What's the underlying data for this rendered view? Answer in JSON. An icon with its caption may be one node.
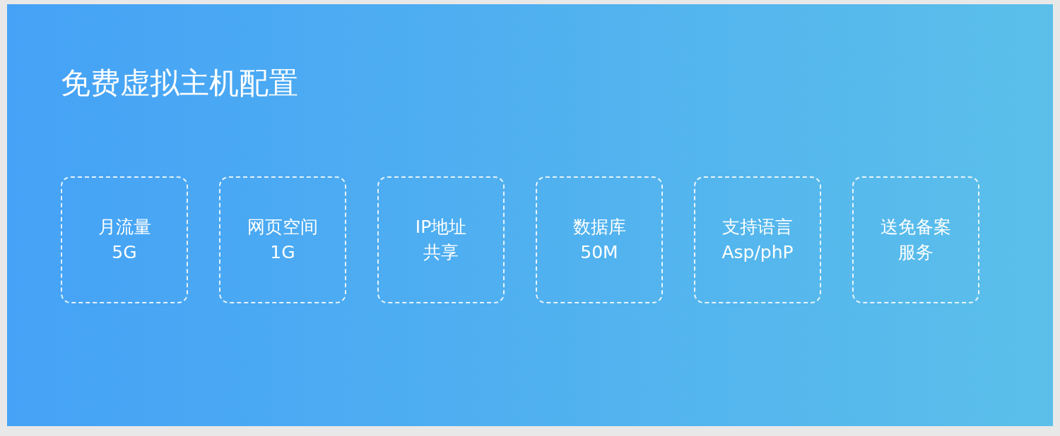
{
  "diagram": {
    "title": "免费虚拟主机配置",
    "nodes": [
      {
        "text": [
          "月流量",
          "5G"
        ]
      },
      {
        "text": [
          "网页空间",
          "1G"
        ]
      },
      {
        "text": [
          "IP地址",
          "共享"
        ]
      },
      {
        "text": [
          "数据库",
          "50M"
        ]
      },
      {
        "text": [
          "支持语言",
          "Asp/phP"
        ]
      },
      {
        "text": [
          "送免备案",
          "服务"
        ]
      }
    ]
  }
}
